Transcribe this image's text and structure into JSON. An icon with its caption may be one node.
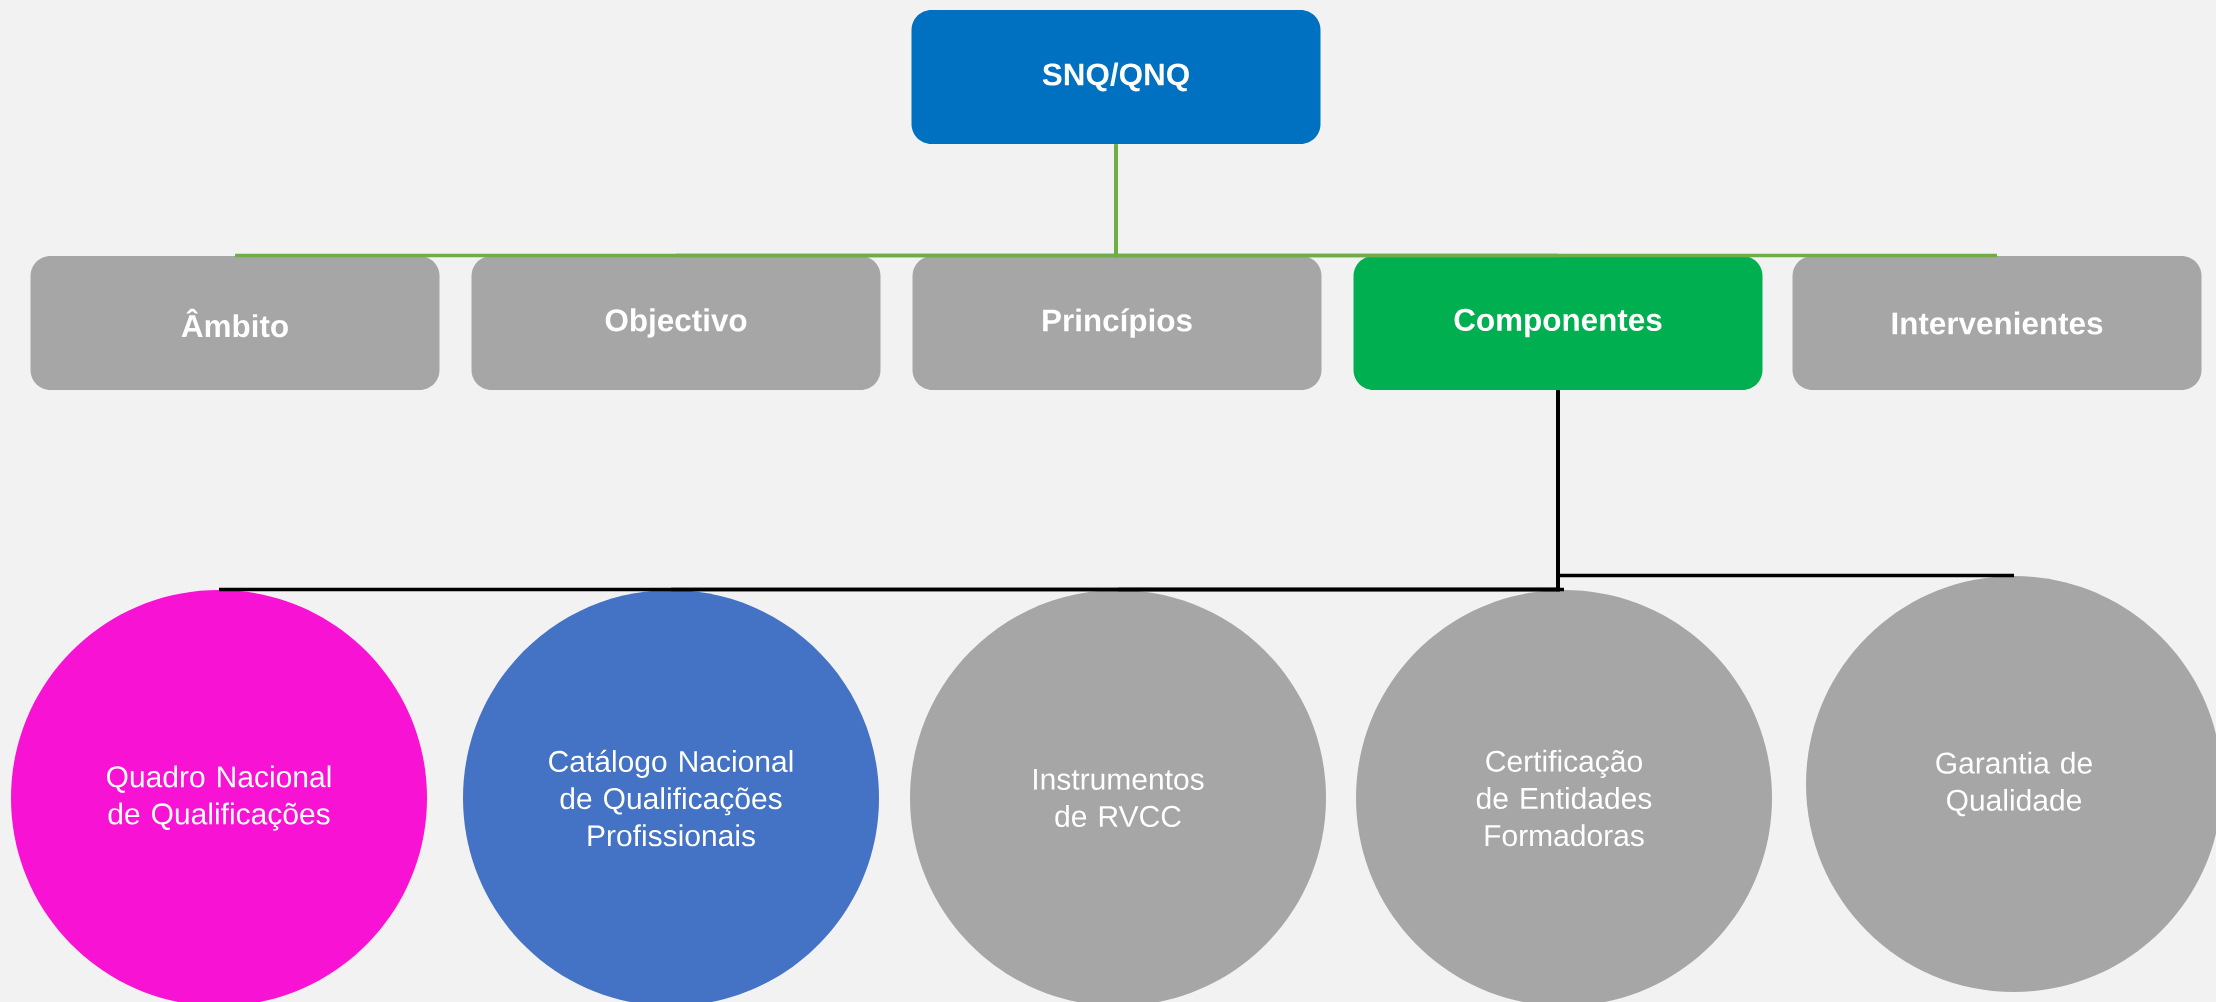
{
  "diagram": {
    "nodes": [
      {
        "text": [
          "SNQ/QNQ"
        ]
      },
      {
        "text": [
          "Âmbito"
        ]
      },
      {
        "text": [
          "Objectivo"
        ]
      },
      {
        "text": [
          "Princípios"
        ]
      },
      {
        "text": [
          "Componentes"
        ]
      },
      {
        "text": [
          "Intervenientes"
        ]
      },
      {
        "text": [
          "Quadro Nacional de Qualificações"
        ]
      },
      {
        "text": [
          "Catálogo Nacional de Qualificações Profissionais"
        ]
      },
      {
        "text": [
          "Instrumentos de RVCC"
        ]
      },
      {
        "text": [
          "Certificação de Entidades Formadoras"
        ]
      },
      {
        "text": [
          "Garantia de Qualidade"
        ]
      }
    ],
    "edges": [
      {
        "from": 0,
        "to": 1,
        "arrow": "none",
        "color": "#70ad47"
      },
      {
        "from": 0,
        "to": 2,
        "arrow": "none",
        "color": "#70ad47"
      },
      {
        "from": 0,
        "to": 3,
        "arrow": "none",
        "color": "#70ad47"
      },
      {
        "from": 0,
        "to": 4,
        "arrow": "none",
        "color": "#70ad47"
      },
      {
        "from": 0,
        "to": 5,
        "arrow": "none",
        "color": "#70ad47"
      },
      {
        "from": 4,
        "to": 6,
        "arrow": "none",
        "color": "#000000"
      },
      {
        "from": 4,
        "to": 7,
        "arrow": "none",
        "color": "#000000"
      },
      {
        "from": 4,
        "to": 8,
        "arrow": "none",
        "color": "#000000"
      },
      {
        "from": 4,
        "to": 9,
        "arrow": "none",
        "color": "#000000"
      },
      {
        "from": 4,
        "to": 10,
        "arrow": "none",
        "color": "#000000"
      }
    ]
  }
}
